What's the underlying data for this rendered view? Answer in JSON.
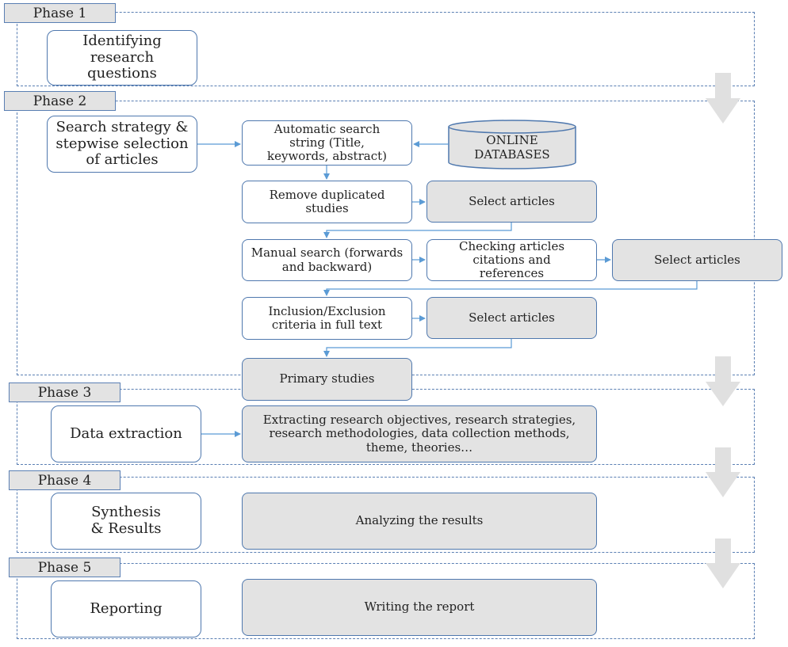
{
  "phases": {
    "p1": "Phase 1",
    "p2": "Phase 2",
    "p3": "Phase 3",
    "p4": "Phase 4",
    "p5": "Phase 5"
  },
  "nodes": {
    "identifying": "Identifying research questions",
    "search_strategy": "Search strategy & stepwise selection of articles",
    "auto_search": "Automatic search string (Title, keywords, abstract)",
    "online_db": "ONLINE DATABASES",
    "remove_dup": "Remove duplicated studies",
    "select_1": "Select articles",
    "manual_search": "Manual search (forwards and backward)",
    "checking": "Checking articles citations and references",
    "select_2": "Select articles",
    "inclusion": "Inclusion/Exclusion criteria in full text",
    "select_3": "Select articles",
    "primary": "Primary studies",
    "data_extraction": "Data extraction",
    "extracting": "Extracting research objectives, research strategies, research methodologies, data collection methods, theme, theories…",
    "synthesis": "Synthesis & Results",
    "analyzing": "Analyzing the results",
    "reporting": "Reporting",
    "writing": "Writing the report"
  },
  "colors": {
    "border": "#4f78ae",
    "dashed": "#5a7fb3",
    "shade": "#e3e3e3",
    "arrow": "#5b9bd5",
    "big_arrow": "#e0e0e0"
  }
}
